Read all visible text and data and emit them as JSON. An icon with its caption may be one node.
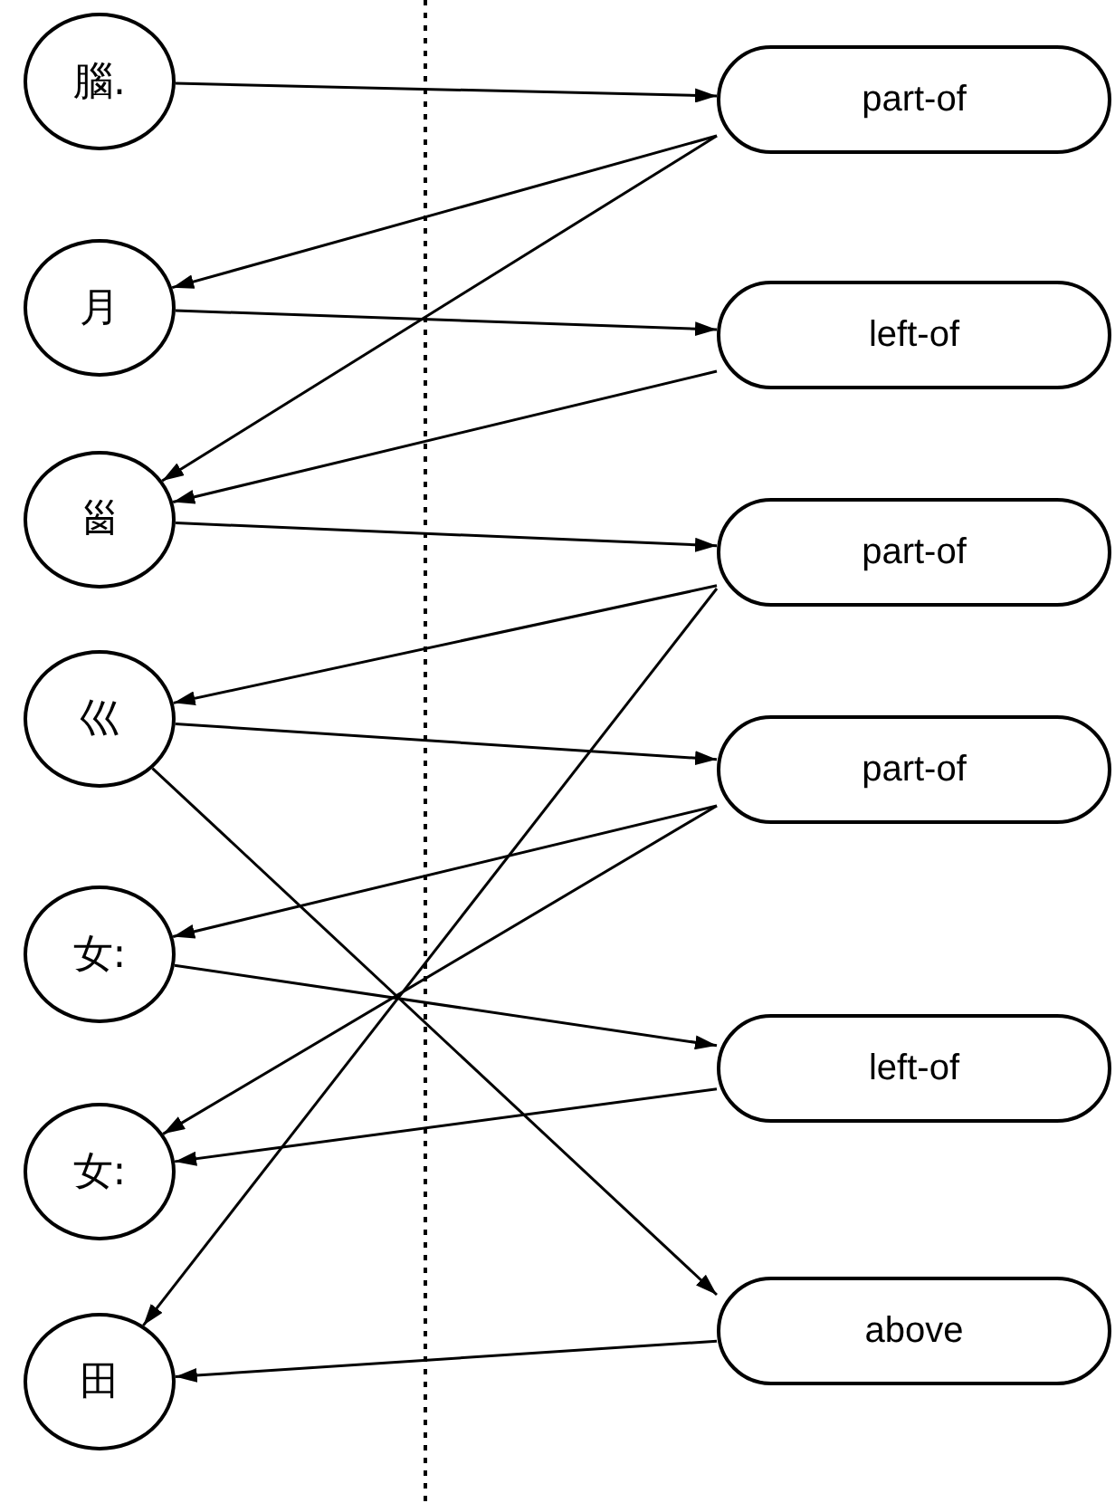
{
  "diagram": {
    "nodes": [
      {
        "text": [
          "腦."
        ]
      },
      {
        "text": [
          "part-of"
        ]
      },
      {
        "text": [
          "月"
        ]
      },
      {
        "text": [
          "left-of"
        ]
      },
      {
        "text": [
          "𡿺"
        ]
      },
      {
        "text": [
          "part-of"
        ]
      },
      {
        "text": [
          "巛"
        ]
      },
      {
        "text": [
          "part-of"
        ]
      },
      {
        "text": [
          "女:"
        ]
      },
      {
        "text": [
          "left-of"
        ]
      },
      {
        "text": [
          "女:"
        ]
      },
      {
        "text": [
          "above"
        ]
      },
      {
        "text": [
          "田"
        ]
      }
    ],
    "edges": [
      {
        "from": 0,
        "to": 1,
        "arrow": "to"
      },
      {
        "from": 1,
        "to": 2,
        "arrow": "to"
      },
      {
        "from": 1,
        "to": 4,
        "arrow": "to"
      },
      {
        "from": 2,
        "to": 3,
        "arrow": "to"
      },
      {
        "from": 3,
        "to": 4,
        "arrow": "to"
      },
      {
        "from": 4,
        "to": 5,
        "arrow": "to"
      },
      {
        "from": 5,
        "to": 6,
        "arrow": "to"
      },
      {
        "from": 5,
        "to": 12,
        "arrow": "to"
      },
      {
        "from": 6,
        "to": 7,
        "arrow": "to"
      },
      {
        "from": 6,
        "to": 11,
        "arrow": "to"
      },
      {
        "from": 7,
        "to": 8,
        "arrow": "to"
      },
      {
        "from": 7,
        "to": 10,
        "arrow": "to"
      },
      {
        "from": 8,
        "to": 9,
        "arrow": "to"
      },
      {
        "from": 9,
        "to": 10,
        "arrow": "to"
      },
      {
        "from": 11,
        "to": 12,
        "arrow": "to"
      }
    ]
  }
}
